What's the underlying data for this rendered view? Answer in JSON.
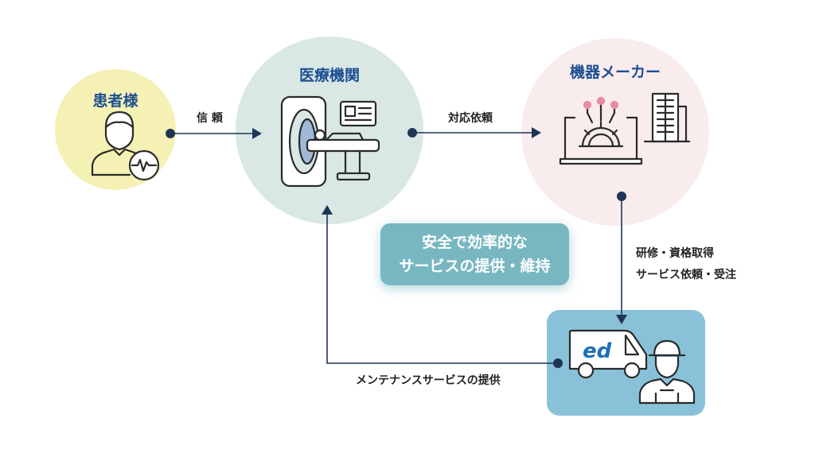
{
  "nodes": {
    "patient": {
      "title": "患者様",
      "color": "#f5f1b4"
    },
    "hospital": {
      "title": "医療機関",
      "color": "#d9e8e5"
    },
    "maker": {
      "title": "機器メーカー",
      "color": "#f9eced"
    }
  },
  "edges": {
    "patient_to_hospital": "信 頼",
    "hospital_to_maker": "対応依頼",
    "maker_to_service_line1": "研修・資格取得",
    "maker_to_service_line2": "サービス依頼・受注",
    "service_to_hospital": "メンテナンスサービスの提供"
  },
  "center": {
    "line1": "安全で効率的な",
    "line2": "サービスの提供・維持"
  },
  "service_logo": "ed",
  "colors": {
    "line": "#1f3555",
    "title": "#1d4f91",
    "center_box": "#78b7c2",
    "service_box": "#89c2d8"
  }
}
